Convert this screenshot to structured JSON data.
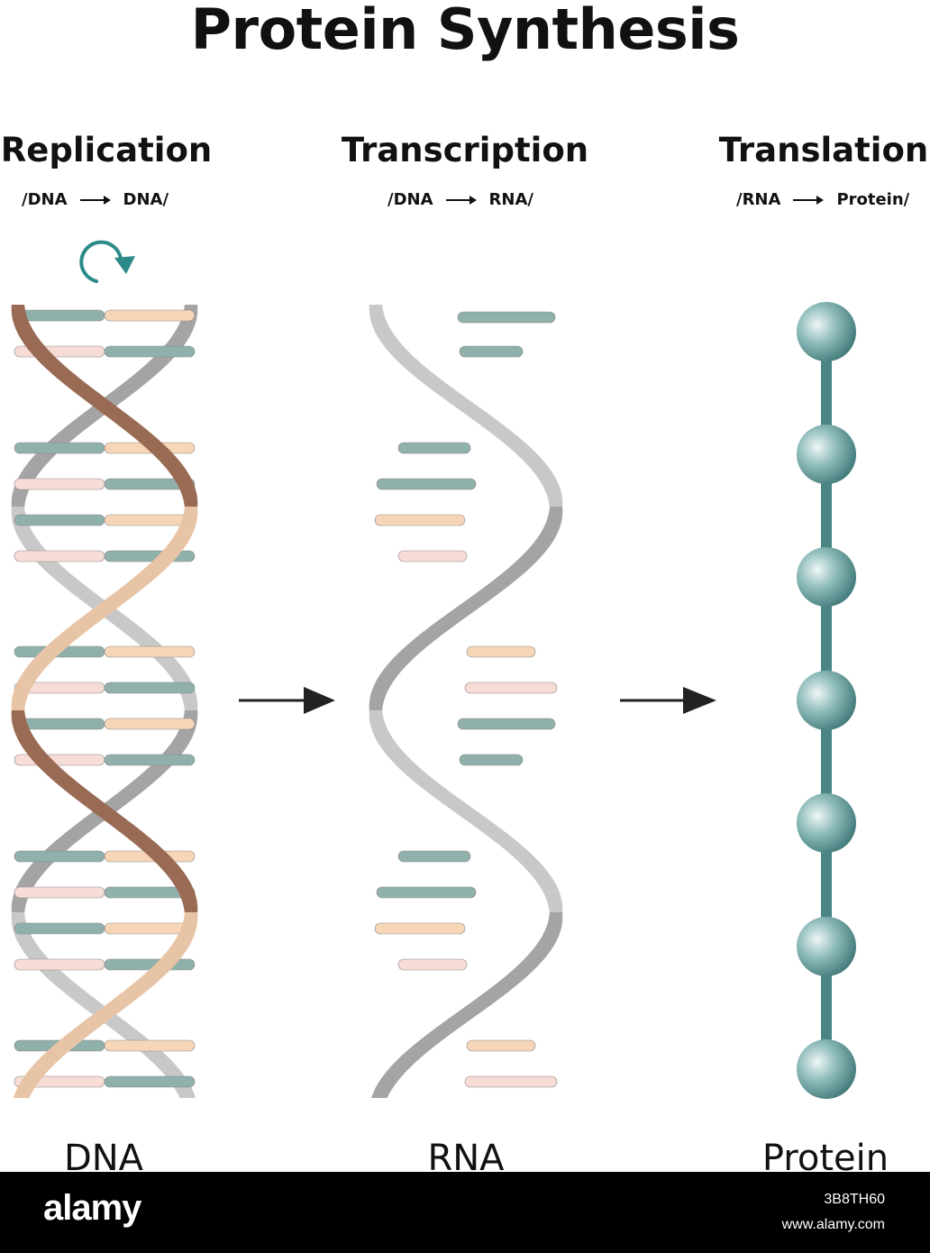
{
  "title": "Protein Synthesis",
  "stages": [
    {
      "name": "Replication",
      "from": "/DNA",
      "to": "DNA/",
      "label": "DNA"
    },
    {
      "name": "Transcription",
      "from": "/DNA",
      "to": "RNA/",
      "label": "RNA"
    },
    {
      "name": "Translation",
      "from": "/RNA",
      "to": "Protein/",
      "label": "Protein"
    }
  ],
  "colors": {
    "strand_grey": "#c8c8c8",
    "strand_grey_dark": "#a4a4a4",
    "strand_brown": "#9a6b54",
    "strand_tan": "#e8c4a6",
    "base_teal": "#8fb0ab",
    "base_peach": "#f7d6b8",
    "base_pink": "#f7dcd6",
    "protein_teal": "#4a8584",
    "arrow": "#222222"
  },
  "icons": [
    "rotate-clockwise-icon",
    "arrow-right-icon"
  ],
  "footer": {
    "brand": "alamy",
    "image_id": "3B8TH60",
    "site": "www.alamy.com"
  }
}
